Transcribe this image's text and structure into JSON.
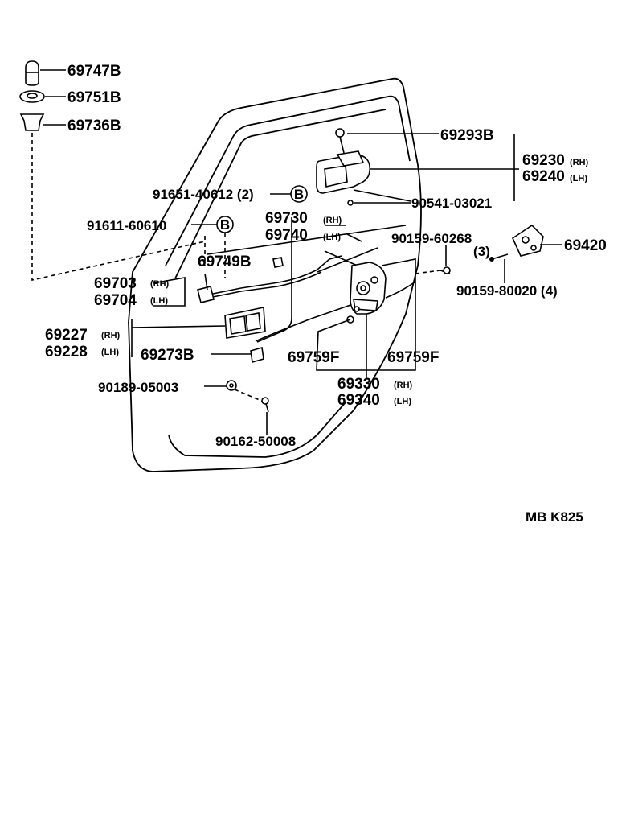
{
  "labels": {
    "p69747B": "69747B",
    "p69751B": "69751B",
    "p69736B": "69736B",
    "p69293B": "69293B",
    "p69230": "69230",
    "p69240": "69240",
    "p91651": "91651-40612 (2)",
    "p90541": "90541-03021",
    "p91611": "91611-60610",
    "p69730": "69730",
    "p69740": "69740",
    "p90159a": "90159-60268",
    "p90159a_qty": "(3)",
    "p69420": "69420",
    "p69749B": "69749B",
    "p90159b": "90159-80020 (4)",
    "p69703": "69703",
    "p69704": "69704",
    "p69227": "69227",
    "p69228": "69228",
    "p69273B": "69273B",
    "p69759F_l": "69759F",
    "p69759F_r": "69759F",
    "p69330": "69330",
    "p69340": "69340",
    "p90189": "90189-05003",
    "p90162": "90162-50008",
    "ref_code": "MB  K825"
  },
  "suffix": {
    "rh": "(RH)",
    "lh": "(LH)"
  },
  "callout_letter": "B"
}
